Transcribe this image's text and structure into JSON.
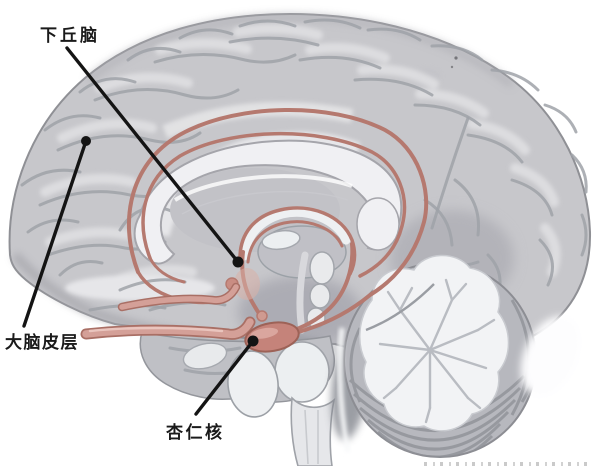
{
  "labels": {
    "hypothalamus": "下丘脑",
    "cerebral_cortex": "大脑皮层",
    "amygdala": "杏仁核"
  },
  "colors": {
    "limbic_pink": "#b5796f",
    "amygdala_fill": "#c5837a",
    "brain_gray": "#c7c7cb",
    "pointer_black": "#141414",
    "background": "#ffffff"
  }
}
